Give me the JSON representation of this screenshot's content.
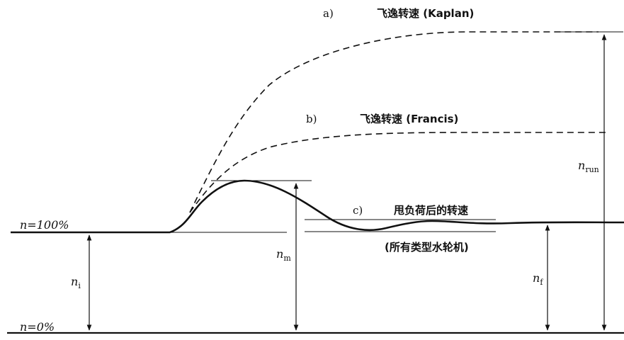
{
  "labels": {
    "a_letter": "a)",
    "a_title": "飞逸转速 (Kaplan)",
    "b_letter": "b)",
    "b_title": "飞逸转速 (Francis)",
    "c_letter": "c)",
    "c_title": "甩负荷后的转速",
    "c_note": "(所有类型水轮机)",
    "n100": "n=100%",
    "n0": "n=0%",
    "ni": "n",
    "ni_sub": "i",
    "nm": "n",
    "nm_sub": "m",
    "nf": "n",
    "nf_sub": "f",
    "nrun": "n",
    "nrun_sub": "run"
  },
  "colors": {
    "line": "#111111",
    "background": "#ffffff"
  }
}
